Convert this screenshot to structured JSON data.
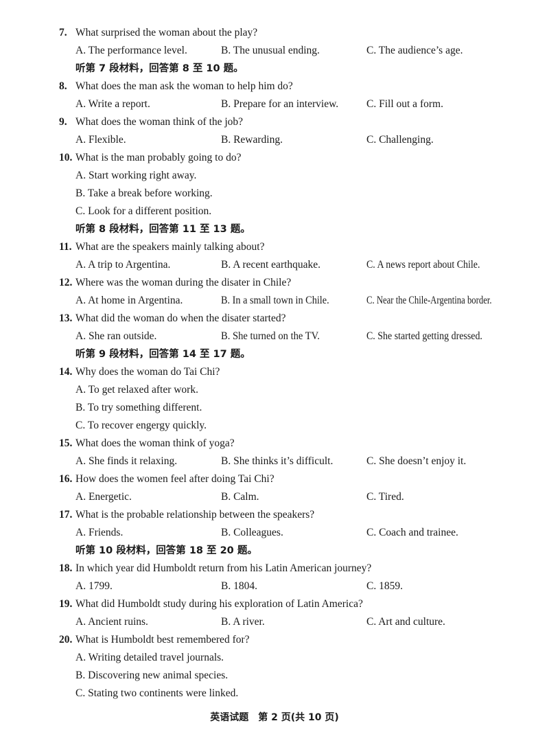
{
  "questions": {
    "q7": {
      "num": "7.",
      "text": "What surprised the woman about the play?",
      "a": "A. The performance level.",
      "b": "B. The unusual ending.",
      "c": "C. The audience’s age."
    },
    "q8": {
      "num": "8.",
      "text": "What does the man ask the woman to help him do?",
      "a": "A. Write a report.",
      "b": "B. Prepare for an interview.",
      "c": "C. Fill out a form."
    },
    "q9": {
      "num": "9.",
      "text": "What does the woman think of the job?",
      "a": "A. Flexible.",
      "b": "B. Rewarding.",
      "c": "C. Challenging."
    },
    "q10": {
      "num": "10.",
      "text": "What is the man probably going to do?",
      "a": "A. Start working right away.",
      "b": "B. Take a break before working.",
      "c": "C. Look for a different position."
    },
    "q11": {
      "num": "11.",
      "text": "What are the speakers mainly talking about?",
      "a": "A. A trip to Argentina.",
      "b": "B. A recent earthquake.",
      "c": "C. A news report about Chile."
    },
    "q12": {
      "num": "12.",
      "text": "Where was the woman during the disater in Chile?",
      "a": "A. At home in Argentina.",
      "b": "B. In a small town in Chile.",
      "c": "C. Near the Chile-Argentina border."
    },
    "q13": {
      "num": "13.",
      "text": "What did the woman do when the disater started?",
      "a": "A. She ran outside.",
      "b": "B. She turned on the TV.",
      "c": "C. She started getting dressed."
    },
    "q14": {
      "num": "14.",
      "text": "Why does the woman do Tai Chi?",
      "a": "A. To get relaxed after work.",
      "b": "B. To try something different.",
      "c": "C. To recover engergy quickly."
    },
    "q15": {
      "num": "15.",
      "text": "What does the woman think of yoga?",
      "a": "A. She finds it relaxing.",
      "b": "B. She thinks it’s difficult.",
      "c": "C. She doesn’t enjoy it."
    },
    "q16": {
      "num": "16.",
      "text": "How does the women feel after doing Tai Chi?",
      "a": "A. Energetic.",
      "b": "B. Calm.",
      "c": "C. Tired."
    },
    "q17": {
      "num": "17.",
      "text": "What is the probable relationship between the speakers?",
      "a": "A. Friends.",
      "b": "B. Colleagues.",
      "c": "C. Coach and trainee."
    },
    "q18": {
      "num": "18.",
      "text": "In which year did Humboldt return from his Latin American journey?",
      "a": "A. 1799.",
      "b": "B. 1804.",
      "c": "C. 1859."
    },
    "q19": {
      "num": "19.",
      "text": "What did Humboldt study during his exploration of Latin America?",
      "a": "A. Ancient ruins.",
      "b": "B. A river.",
      "c": "C. Art and culture."
    },
    "q20": {
      "num": "20.",
      "text": "What is Humboldt best remembered for?",
      "a": "A. Writing detailed travel journals.",
      "b": "B. Discovering new animal species.",
      "c": "C. Stating two continents were linked."
    }
  },
  "sections": {
    "s7": "听第 7 段材料，回答第 8 至 10 题。",
    "s8": "听第 8 段材料，回答第 11 至 13 题。",
    "s9": "听第 9 段材料，回答第 14 至 17 题。",
    "s10": "听第 10 段材料，回答第 18 至 20 题。"
  },
  "footer": "英语试题　第 2 页(共 10 页)"
}
